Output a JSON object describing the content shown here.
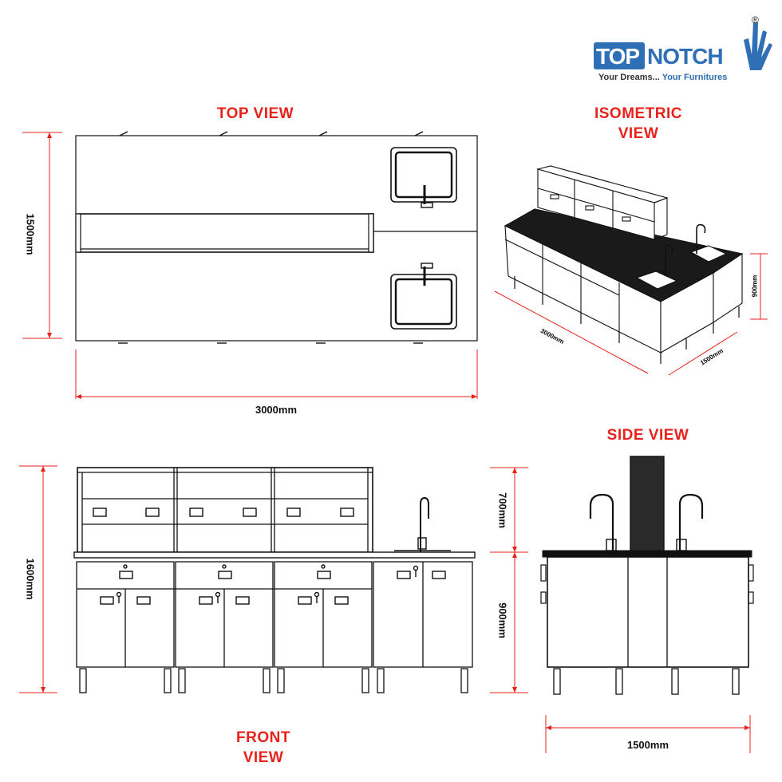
{
  "brand": {
    "top": "TOP",
    "notch": "NOTCH",
    "registered": "®",
    "tagline_a": "Your Dreams...",
    "tagline_b": "Your Furnitures",
    "colors": {
      "blue": "#2f6fb5",
      "gray": "#8c8c8c",
      "orange": "#e06a1f"
    }
  },
  "views": {
    "top": "TOP VIEW",
    "iso_line1": "ISOMETRIC",
    "iso_line2": "VIEW",
    "side": "SIDE VIEW",
    "front_line1": "FRONT",
    "front_line2": "VIEW"
  },
  "dimensions": {
    "top_depth": "1500mm",
    "top_length": "3000mm",
    "front_total_height": "1600mm",
    "front_shelf_height": "700mm",
    "front_counter_height": "900mm",
    "side_width": "1500mm",
    "iso_length": "3000mm",
    "iso_width": "1500mm",
    "iso_height": "900mm"
  },
  "colors": {
    "title_red": "#e8221b",
    "dim_red": "#e8221b",
    "line": "#111111"
  }
}
